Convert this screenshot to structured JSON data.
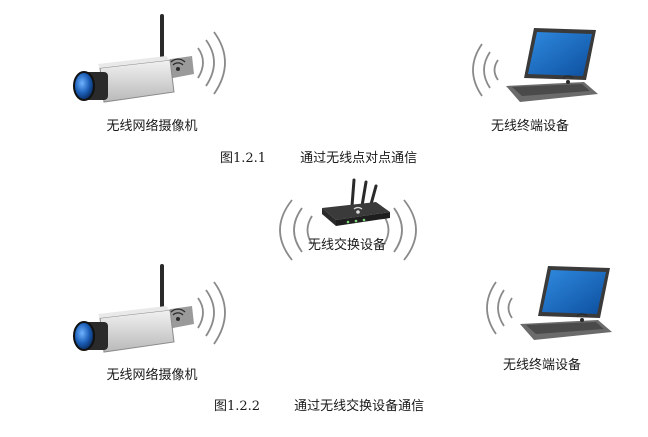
{
  "figure1": {
    "camera_label": "无线网络摄像机",
    "laptop_label": "无线终端设备",
    "caption_number": "图1.2.1",
    "caption_text": "通过无线点对点通信"
  },
  "figure2": {
    "router_label": "无线交换设备",
    "camera_label": "无线网络摄像机",
    "laptop_label": "无线终端设备",
    "caption_number": "图1.2.2",
    "caption_text": "通过无线交换设备通信"
  },
  "colors": {
    "wave": "#8a8a8a",
    "laptop_screen": "#1f6fc4",
    "lens": "#1c5fb8",
    "body_gray": "#cfcfcf",
    "dark": "#2a2a2a"
  }
}
